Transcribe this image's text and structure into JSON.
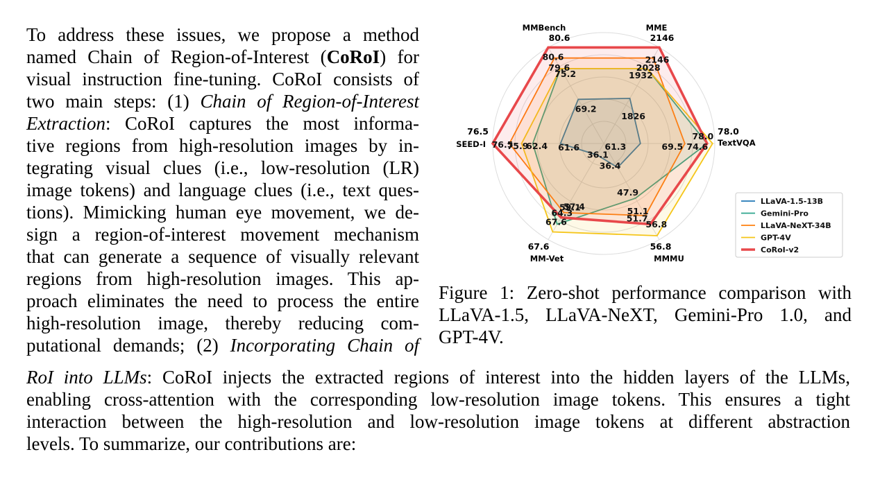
{
  "left_lines": [
    {
      "parts": [
        {
          "t": "To address these issues, we propose a method"
        }
      ]
    },
    {
      "parts": [
        {
          "t": "named Chain of Region-of-Interest ("
        },
        {
          "t": "CoRoI",
          "s": "b"
        },
        {
          "t": ") for"
        }
      ]
    },
    {
      "parts": [
        {
          "t": "visual instruction fine-tuning. CoRoI consists of"
        }
      ]
    },
    {
      "parts": [
        {
          "t": "two main steps: (1) "
        },
        {
          "t": "Chain of Region-of-Interest",
          "s": "i"
        }
      ]
    },
    {
      "parts": [
        {
          "t": "Extraction",
          "s": "i"
        },
        {
          "t": ": CoRoI captures the most informa-"
        }
      ]
    },
    {
      "parts": [
        {
          "t": "tive regions from high-resolution images by in-"
        }
      ]
    },
    {
      "parts": [
        {
          "t": "tegrating visual clues (i.e., low-resolution (LR)"
        }
      ]
    },
    {
      "parts": [
        {
          "t": "image tokens) and language clues (i.e., text ques-"
        }
      ]
    },
    {
      "parts": [
        {
          "t": "tions). Mimicking human eye movement, we de-"
        }
      ]
    },
    {
      "parts": [
        {
          "t": "sign a region-of-interest movement mechanism"
        }
      ]
    },
    {
      "parts": [
        {
          "t": "that can generate a sequence of visually relevant"
        }
      ]
    },
    {
      "parts": [
        {
          "t": "regions from high-resolution images. This ap-"
        }
      ]
    },
    {
      "parts": [
        {
          "t": "proach eliminates the need to process the entire"
        }
      ]
    },
    {
      "parts": [
        {
          "t": "high-resolution image, thereby reducing com-"
        }
      ]
    },
    {
      "parts": [
        {
          "t": "putational demands; (2) "
        },
        {
          "t": "Incorporating Chain of",
          "s": "i"
        }
      ]
    }
  ],
  "bottom_lines": [
    {
      "parts": [
        {
          "t": "RoI into LLMs",
          "s": "i"
        },
        {
          "t": ": CoRoI injects the extracted regions of interest into the hidden layers of the LLMs,"
        }
      ]
    },
    {
      "parts": [
        {
          "t": "enabling cross-attention with the corresponding low-resolution image tokens. This ensures a tight"
        }
      ]
    },
    {
      "parts": [
        {
          "t": "interaction between the high-resolution and low-resolution image tokens at different abstraction"
        }
      ]
    },
    {
      "parts": [
        {
          "t": "levels. To summarize, our contributions are:"
        }
      ]
    }
  ],
  "caption_lines": [
    "Figure 1: Zero-shot performance comparison with",
    "LLaVA-1.5, LLaVA-NeXT, Gemini-Pro 1.0, and",
    "GPT-4V."
  ],
  "chart_data": {
    "type": "radar",
    "axes": [
      "MMBench",
      "MME",
      "TextVQA",
      "MMMU",
      "MM-Vet",
      "SEED-I"
    ],
    "axis_max_labels": [
      "80.6",
      "2146",
      "78.0",
      "56.8",
      "67.6",
      "76.5"
    ],
    "series": [
      {
        "name": "LLaVA-1.5-13B",
        "color": "#1f77b4",
        "values": [
          69.2,
          1826,
          61.3,
          36.4,
          36.1,
          61.6
        ],
        "labels": [
          "69.2",
          "1826",
          "61.3",
          "36.4",
          "36.1",
          "61.6"
        ],
        "norm": [
          0.46,
          0.47,
          0.33,
          0.25,
          0.12,
          0.39
        ]
      },
      {
        "name": "Gemini-Pro",
        "color": "#2ca58d",
        "values": [
          75.2,
          1932,
          78.0,
          47.9,
          64.3,
          62.4
        ],
        "labels": [
          "75.2",
          "1932",
          "",
          "47.9",
          "64.3",
          "62.4"
        ],
        "norm": [
          0.78,
          0.78,
          0.93,
          0.57,
          0.84,
          0.64
        ]
      },
      {
        "name": "LLaVA-NeXT-34B",
        "color": "#ff7f0e",
        "values": [
          79.6,
          2028,
          69.5,
          51.1,
          57.4,
          75.9
        ],
        "labels": [
          "79.6",
          "2028",
          "69.5",
          "51.1",
          "57.4",
          "75.9"
        ],
        "norm": [
          0.89,
          0.89,
          0.73,
          0.75,
          0.72,
          0.85
        ]
      },
      {
        "name": "GPT-4V",
        "color": "#f5c518",
        "values": [
          75.2,
          1932,
          78.0,
          56.8,
          67.6,
          62.4
        ],
        "labels": [
          "",
          "",
          "78.0",
          "56.8",
          "67.6",
          ""
        ],
        "norm": [
          0.78,
          0.78,
          0.98,
          0.96,
          0.92,
          0.74
        ]
      },
      {
        "name": "CoRoI-v2",
        "color": "#e8484b",
        "values": [
          80.6,
          2146,
          74.6,
          51.7,
          59.1,
          76.5
        ],
        "labels": [
          "80.6",
          "2146",
          "74.6",
          "51.7",
          "59.1",
          "76.5"
        ],
        "norm": [
          1.0,
          1.0,
          0.93,
          0.84,
          0.77,
          1.0
        ]
      }
    ],
    "legend_position": "bottom-right",
    "grid": true
  }
}
